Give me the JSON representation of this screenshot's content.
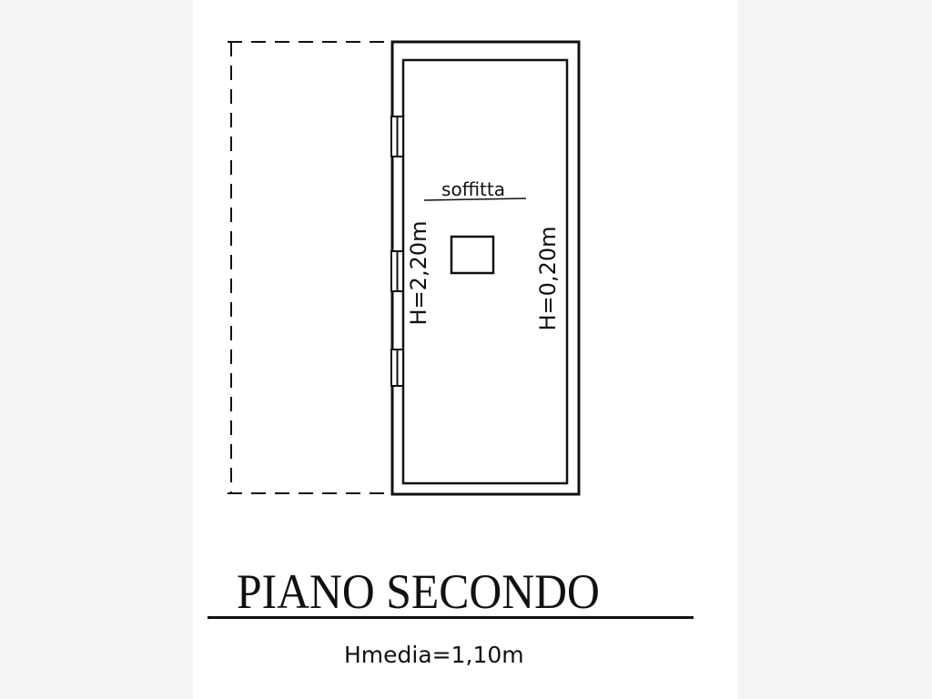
{
  "room": {
    "name": "soffitta",
    "height_left": "H=2,20m",
    "height_right": "H=0,20m"
  },
  "floor": {
    "title": "PIANO SECONDO",
    "average_height": "Hmedia=1,10m"
  },
  "colors": {
    "ink": "#111111",
    "paper": "#ffffff",
    "background": "#f4f4f4"
  }
}
